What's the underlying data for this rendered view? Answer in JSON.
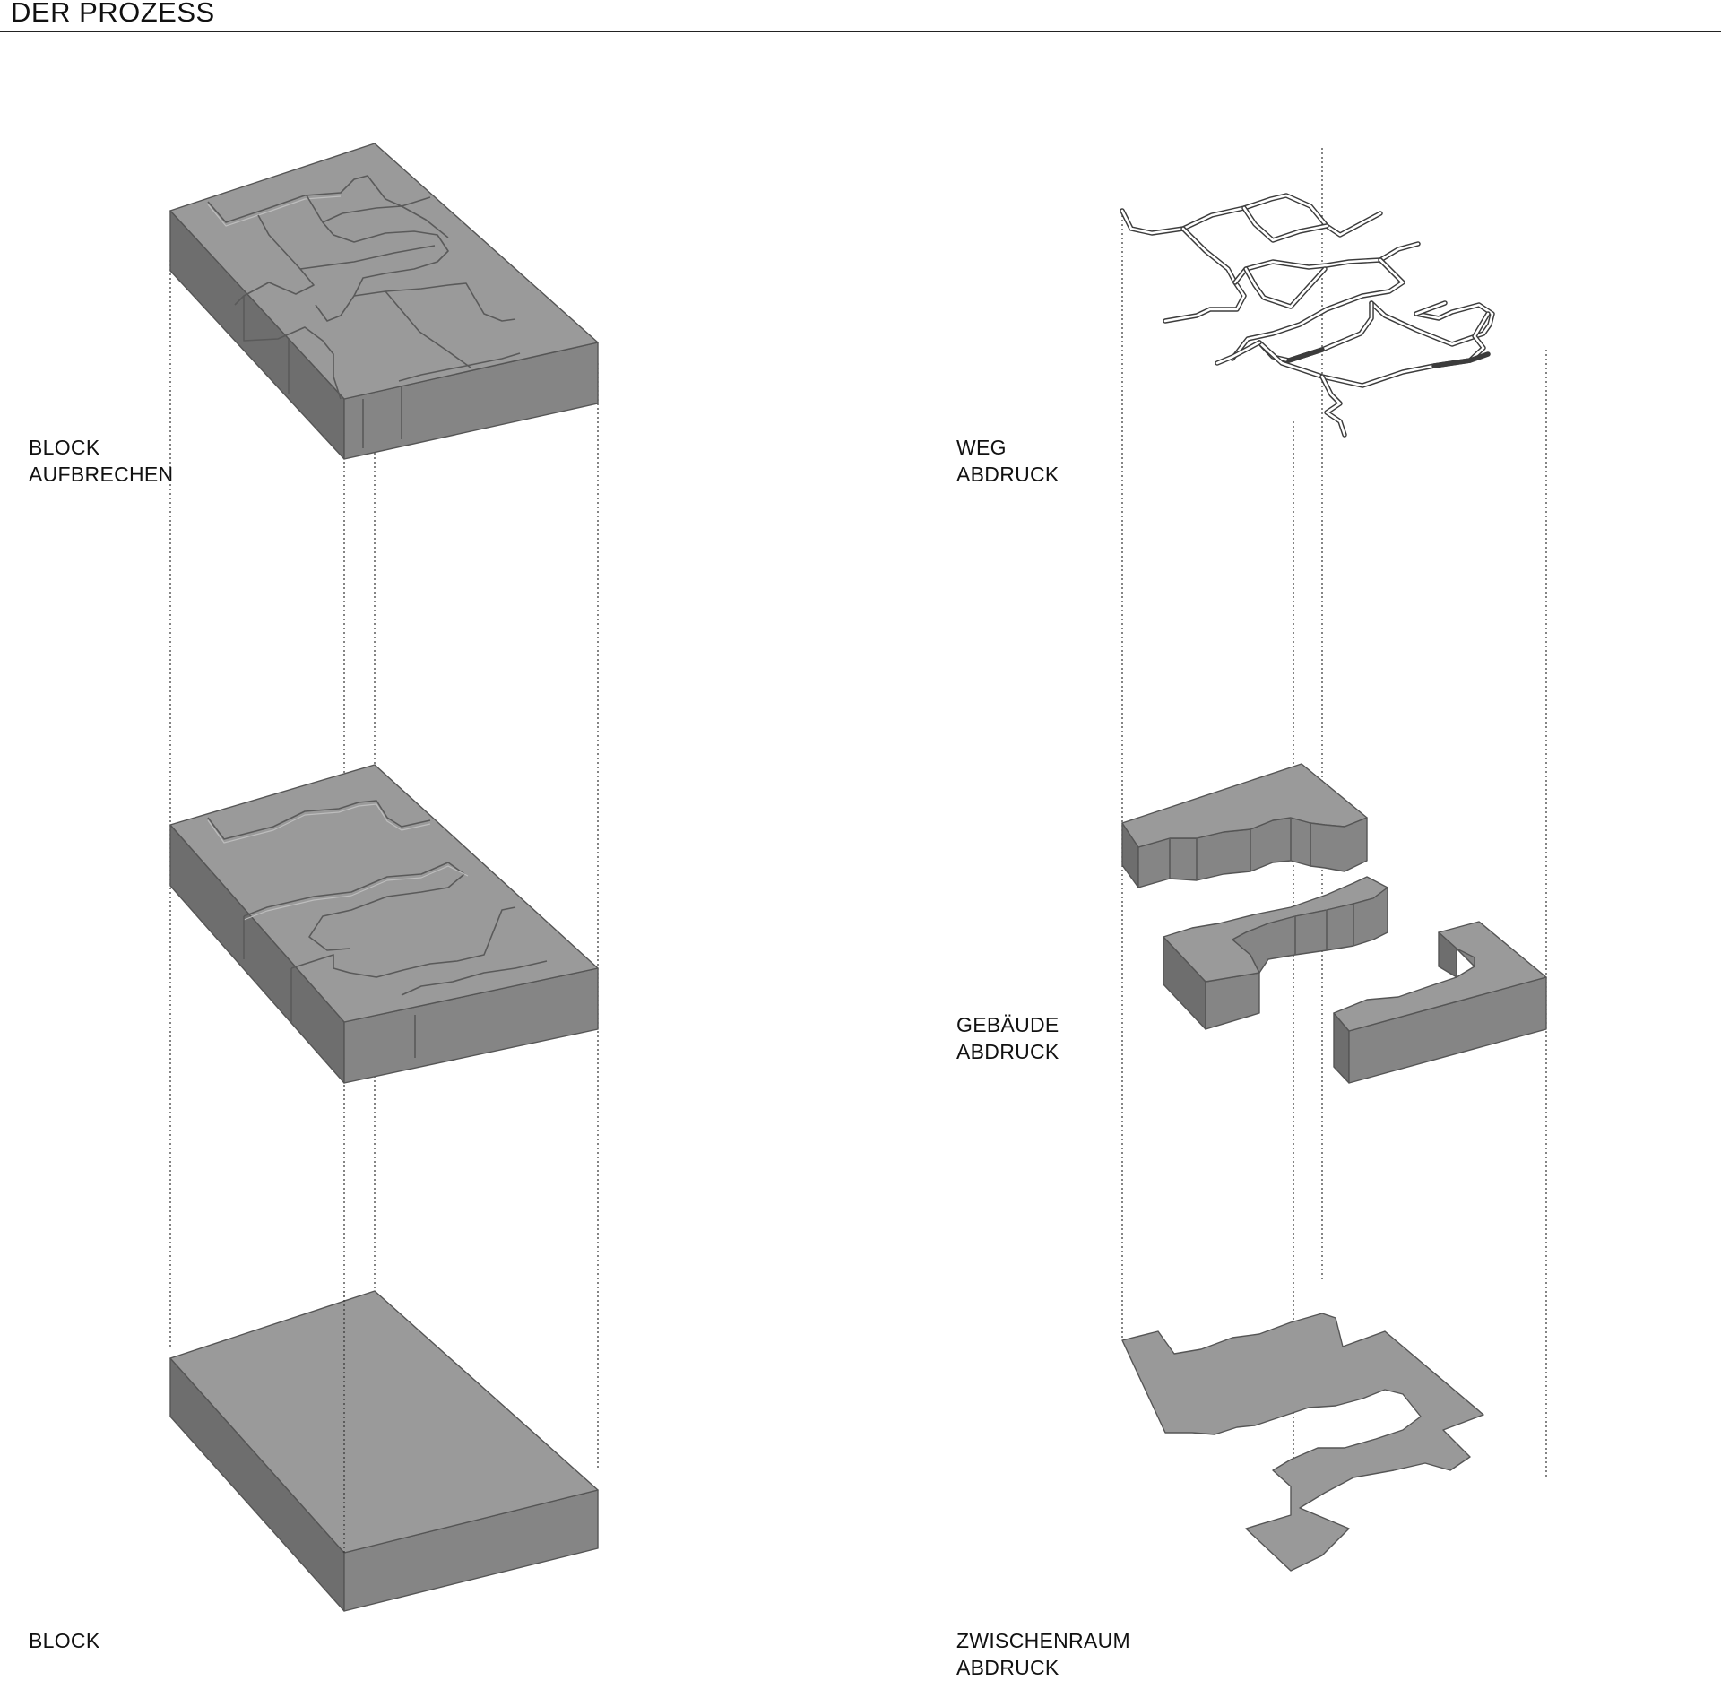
{
  "header": {
    "title": "DER PROZESS"
  },
  "labels": {
    "block_aufbrechen": [
      "BLOCK",
      "AUFBRECHEN"
    ],
    "block": [
      "BLOCK"
    ],
    "weg_abdruck": [
      "WEG",
      "ABDRUCK"
    ],
    "gebaeude_abdruck": [
      "GEBÄUDE",
      "ABDRUCK"
    ],
    "zwischenraum_abdruck": [
      "ZWISCHENRAUM",
      "ABDRUCK"
    ]
  }
}
